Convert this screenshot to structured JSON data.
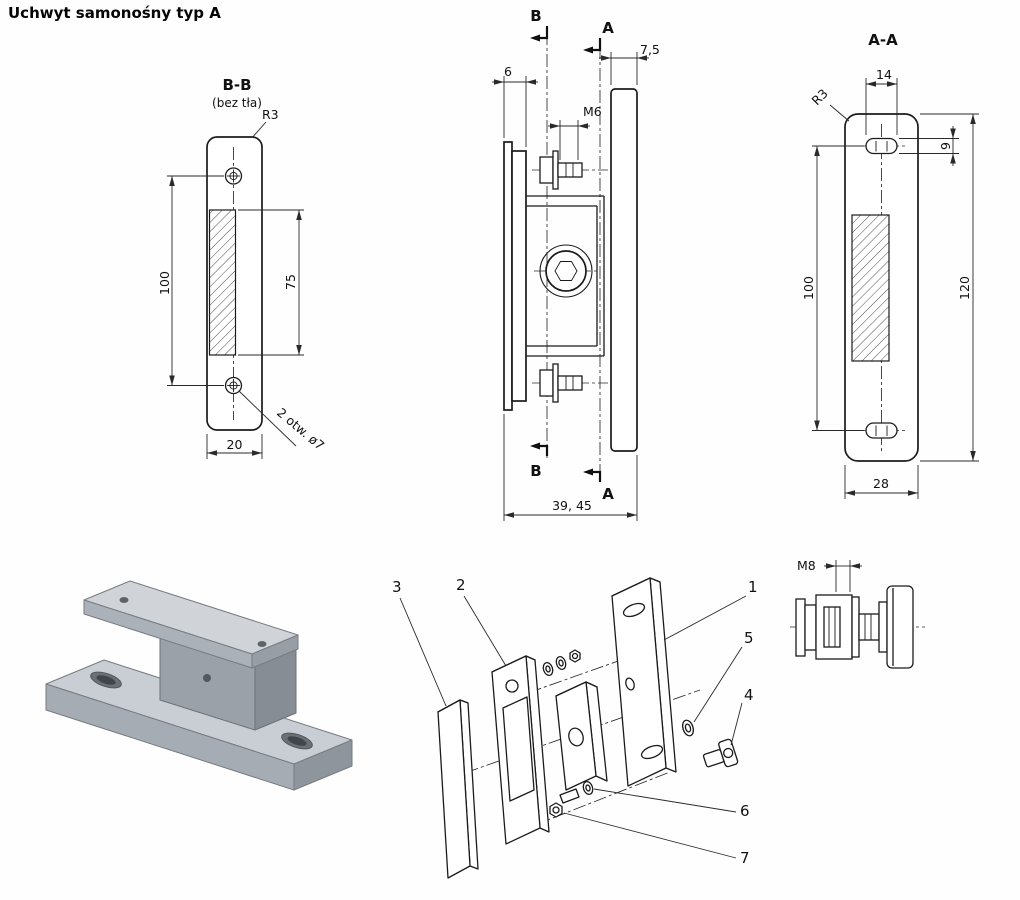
{
  "title": "Uchwyt samonośny typ A",
  "view_bb": {
    "label": "B-B",
    "sublabel": "(bez tła)",
    "radius_note": "R3",
    "dim_height": "100",
    "dim_magnet": "75",
    "dim_width": "20",
    "holes_note": "2 otw. ø7"
  },
  "view_side": {
    "section_b": "B",
    "section_a": "A",
    "dim_left": "6",
    "dim_right": "7,5",
    "thread": "M6",
    "dim_total": "39, 45"
  },
  "view_aa": {
    "label": "A-A",
    "radius_note": "R3",
    "dim_slot_length": "14",
    "dim_slot_height": "9",
    "dim_hole_spacing": "100",
    "dim_height": "120",
    "dim_width": "28"
  },
  "exploded": {
    "part1": "1",
    "part2": "2",
    "part3": "3",
    "part4": "4",
    "part5": "5",
    "part6": "6",
    "part7": "7"
  },
  "detail": {
    "thread": "M8"
  }
}
